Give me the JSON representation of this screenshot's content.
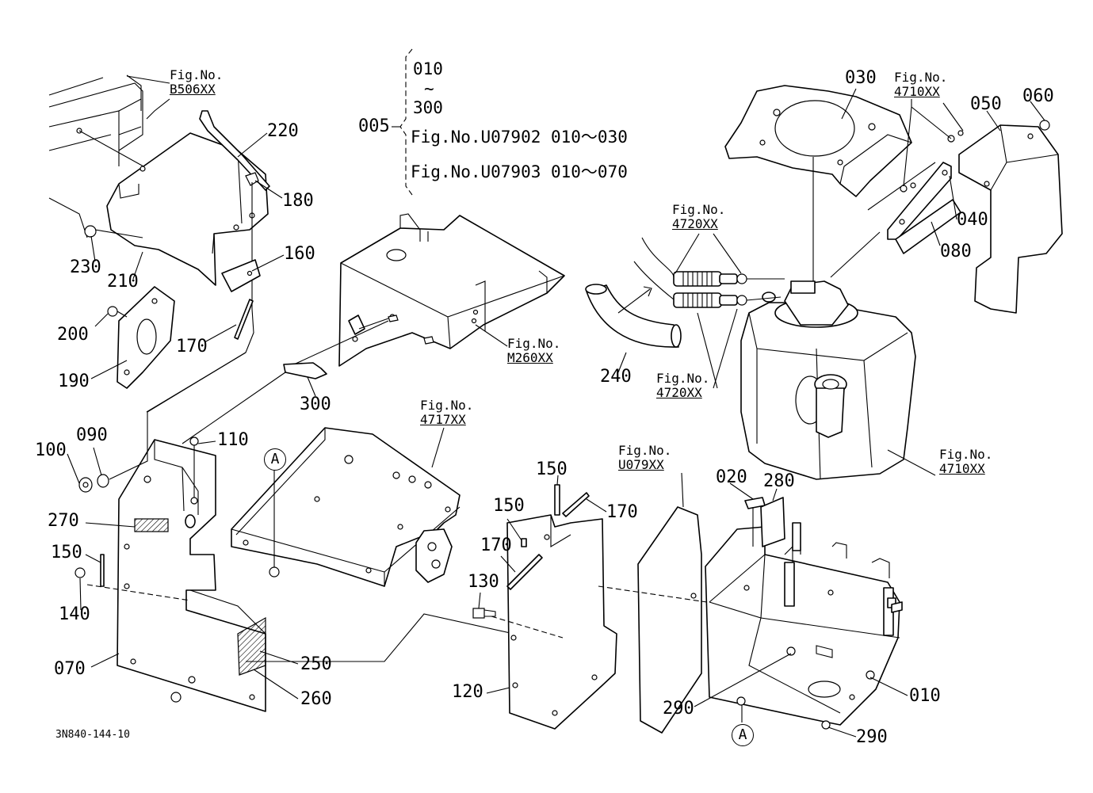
{
  "drawing_number": "3N840-144-10",
  "note": {
    "ref": "005",
    "range_start": "010",
    "range_tilde": "~",
    "range_end": "300",
    "line1": "Fig.No.U07902  010～030",
    "line2": "Fig.No.U07903  010～070"
  },
  "part_labels": [
    {
      "id": "p220",
      "text": "220"
    },
    {
      "id": "p180",
      "text": "180"
    },
    {
      "id": "p230",
      "text": "230"
    },
    {
      "id": "p210",
      "text": "210"
    },
    {
      "id": "p160",
      "text": "160"
    },
    {
      "id": "p200",
      "text": "200"
    },
    {
      "id": "p170a",
      "text": "170"
    },
    {
      "id": "p190",
      "text": "190"
    },
    {
      "id": "p300",
      "text": "300"
    },
    {
      "id": "p100",
      "text": "100"
    },
    {
      "id": "p090",
      "text": "090"
    },
    {
      "id": "p110",
      "text": "110"
    },
    {
      "id": "p270",
      "text": "270"
    },
    {
      "id": "p150a",
      "text": "150"
    },
    {
      "id": "p140",
      "text": "140"
    },
    {
      "id": "p070",
      "text": "070"
    },
    {
      "id": "p250",
      "text": "250"
    },
    {
      "id": "p260",
      "text": "260"
    },
    {
      "id": "p150b",
      "text": "150"
    },
    {
      "id": "p150c",
      "text": "150"
    },
    {
      "id": "p170b",
      "text": "170"
    },
    {
      "id": "p170c",
      "text": "170"
    },
    {
      "id": "p130",
      "text": "130"
    },
    {
      "id": "p120",
      "text": "120"
    },
    {
      "id": "p240",
      "text": "240"
    },
    {
      "id": "p030",
      "text": "030"
    },
    {
      "id": "p050",
      "text": "050"
    },
    {
      "id": "p060",
      "text": "060"
    },
    {
      "id": "p040",
      "text": "040"
    },
    {
      "id": "p080",
      "text": "080"
    },
    {
      "id": "p020",
      "text": "020"
    },
    {
      "id": "p280",
      "text": "280"
    },
    {
      "id": "p010",
      "text": "010"
    },
    {
      "id": "p290a",
      "text": "290"
    },
    {
      "id": "p290b",
      "text": "290"
    }
  ],
  "figure_refs": [
    {
      "id": "f1",
      "title": "Fig.No.",
      "code": "B506XX"
    },
    {
      "id": "f2",
      "title": "Fig.No.",
      "code": "M260XX"
    },
    {
      "id": "f3",
      "title": "Fig.No.",
      "code": "4717XX"
    },
    {
      "id": "f4",
      "title": "Fig.No.",
      "code": "U079XX"
    },
    {
      "id": "f5",
      "title": "Fig.No.",
      "code": "4710XX"
    },
    {
      "id": "f6",
      "title": "Fig.No.",
      "code": "4720XX"
    },
    {
      "id": "f7",
      "title": "Fig.No.",
      "code": "4720XX"
    },
    {
      "id": "f8",
      "title": "Fig.No.",
      "code": "4710XX"
    }
  ],
  "reference_marks": [
    {
      "id": "a1",
      "text": "A"
    },
    {
      "id": "a2",
      "text": "A"
    }
  ]
}
